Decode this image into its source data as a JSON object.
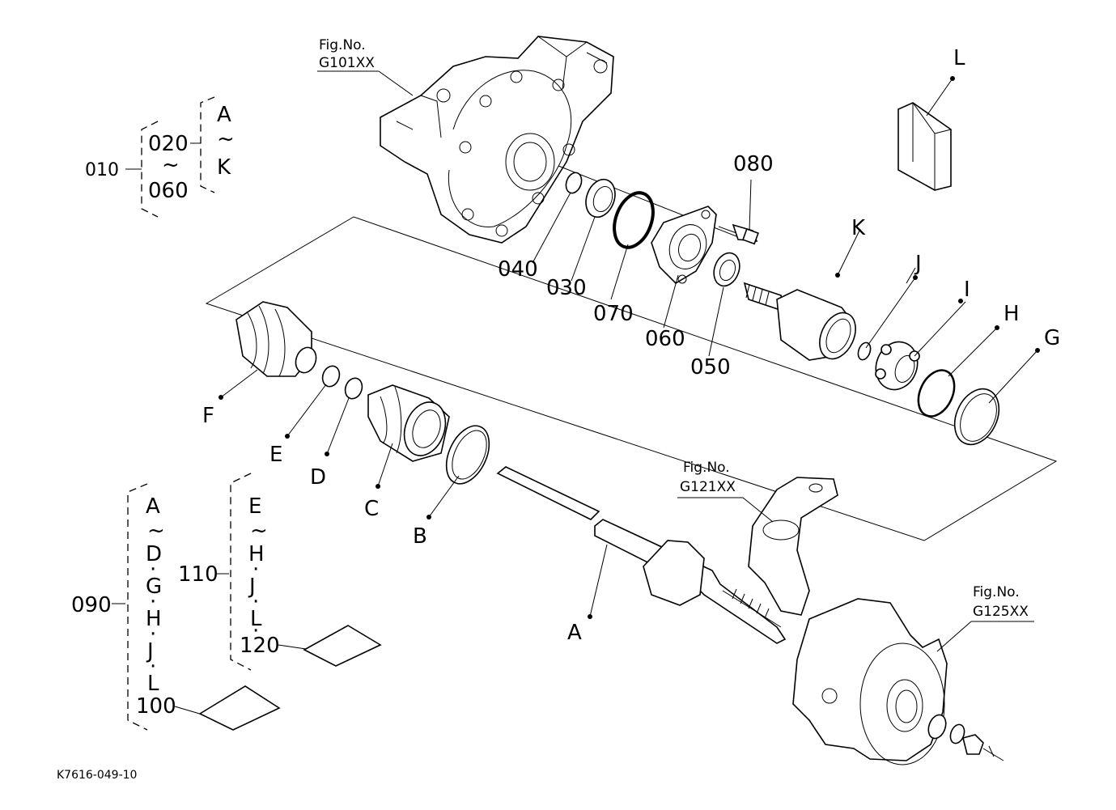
{
  "diagram_code": "K7616-049-10",
  "fig_refs": [
    {
      "line1": "Fig.No.",
      "line2": "G101XX"
    },
    {
      "line1": "Fig.No.",
      "line2": "G121XX"
    },
    {
      "line1": "Fig.No.",
      "line2": "G125XX"
    }
  ],
  "part_numbers": {
    "p010": "010",
    "p020": "020",
    "p030": "030",
    "p040": "040",
    "p050": "050",
    "p060": "060",
    "p070": "070",
    "p080": "080",
    "p090": "090",
    "p100": "100",
    "p110": "110",
    "p120": "120"
  },
  "letters": {
    "A": "A",
    "B": "B",
    "C": "C",
    "D": "D",
    "E": "E",
    "F": "F",
    "G": "G",
    "H": "H",
    "I": "I",
    "J": "J",
    "K": "K",
    "L": "L"
  },
  "groups": {
    "g010_inner": [
      "020",
      "~",
      "060"
    ],
    "g010_outer": [
      "A",
      "~",
      "K"
    ],
    "g090": [
      "A",
      "~",
      "D",
      "·",
      "G",
      "·",
      "H",
      "·",
      "J",
      "·",
      "L",
      "·"
    ],
    "g110": [
      "E",
      "~",
      "H",
      "·",
      "J",
      "·",
      "L",
      "·"
    ]
  }
}
